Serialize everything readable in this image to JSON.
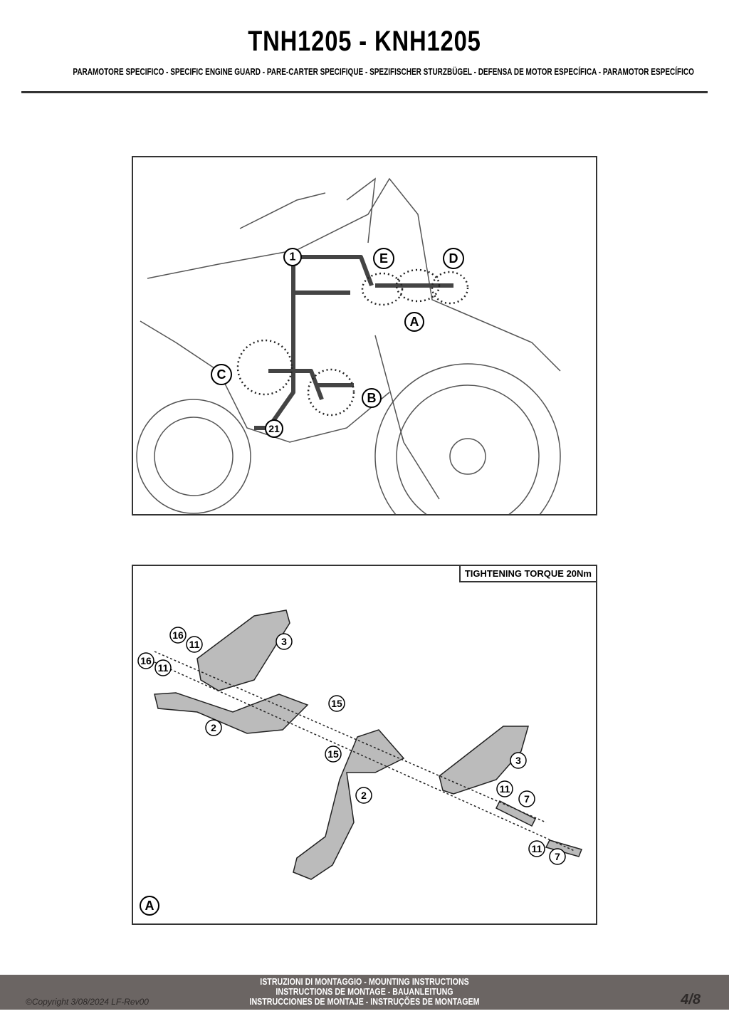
{
  "header": {
    "title": "TNH1205 - KNH1205",
    "subtitle": "PARAMOTORE SPECIFICO  -  SPECIFIC ENGINE GUARD - PARE-CARTER SPECIFIQUE - SPEZIFISCHER STURZBÜGEL - DEFENSA DE MOTOR ESPECÍFICA - PARAMOTOR ESPECÍFICO"
  },
  "figure1": {
    "callouts": [
      "1",
      "E",
      "D",
      "A",
      "C",
      "B",
      "21"
    ]
  },
  "figure2": {
    "torque_label": "TIGHTENING TORQUE 20Nm",
    "detail_label": "A",
    "parts": [
      "16",
      "11",
      "16",
      "11",
      "3",
      "2",
      "15",
      "15",
      "2",
      "3",
      "11",
      "7",
      "11",
      "7"
    ]
  },
  "footer": {
    "copyright": "©Copyright 3/08/2024 LF-Rev00",
    "lines": [
      "ISTRUZIONI DI MONTAGGIO  -  MOUNTING INSTRUCTIONS",
      "INSTRUCTIONS DE MONTAGE - BAUANLEITUNG",
      "INSTRUCCIONES DE MONTAJE - INSTRUÇÕES DE MONTAGEM"
    ],
    "page": "4/8"
  }
}
